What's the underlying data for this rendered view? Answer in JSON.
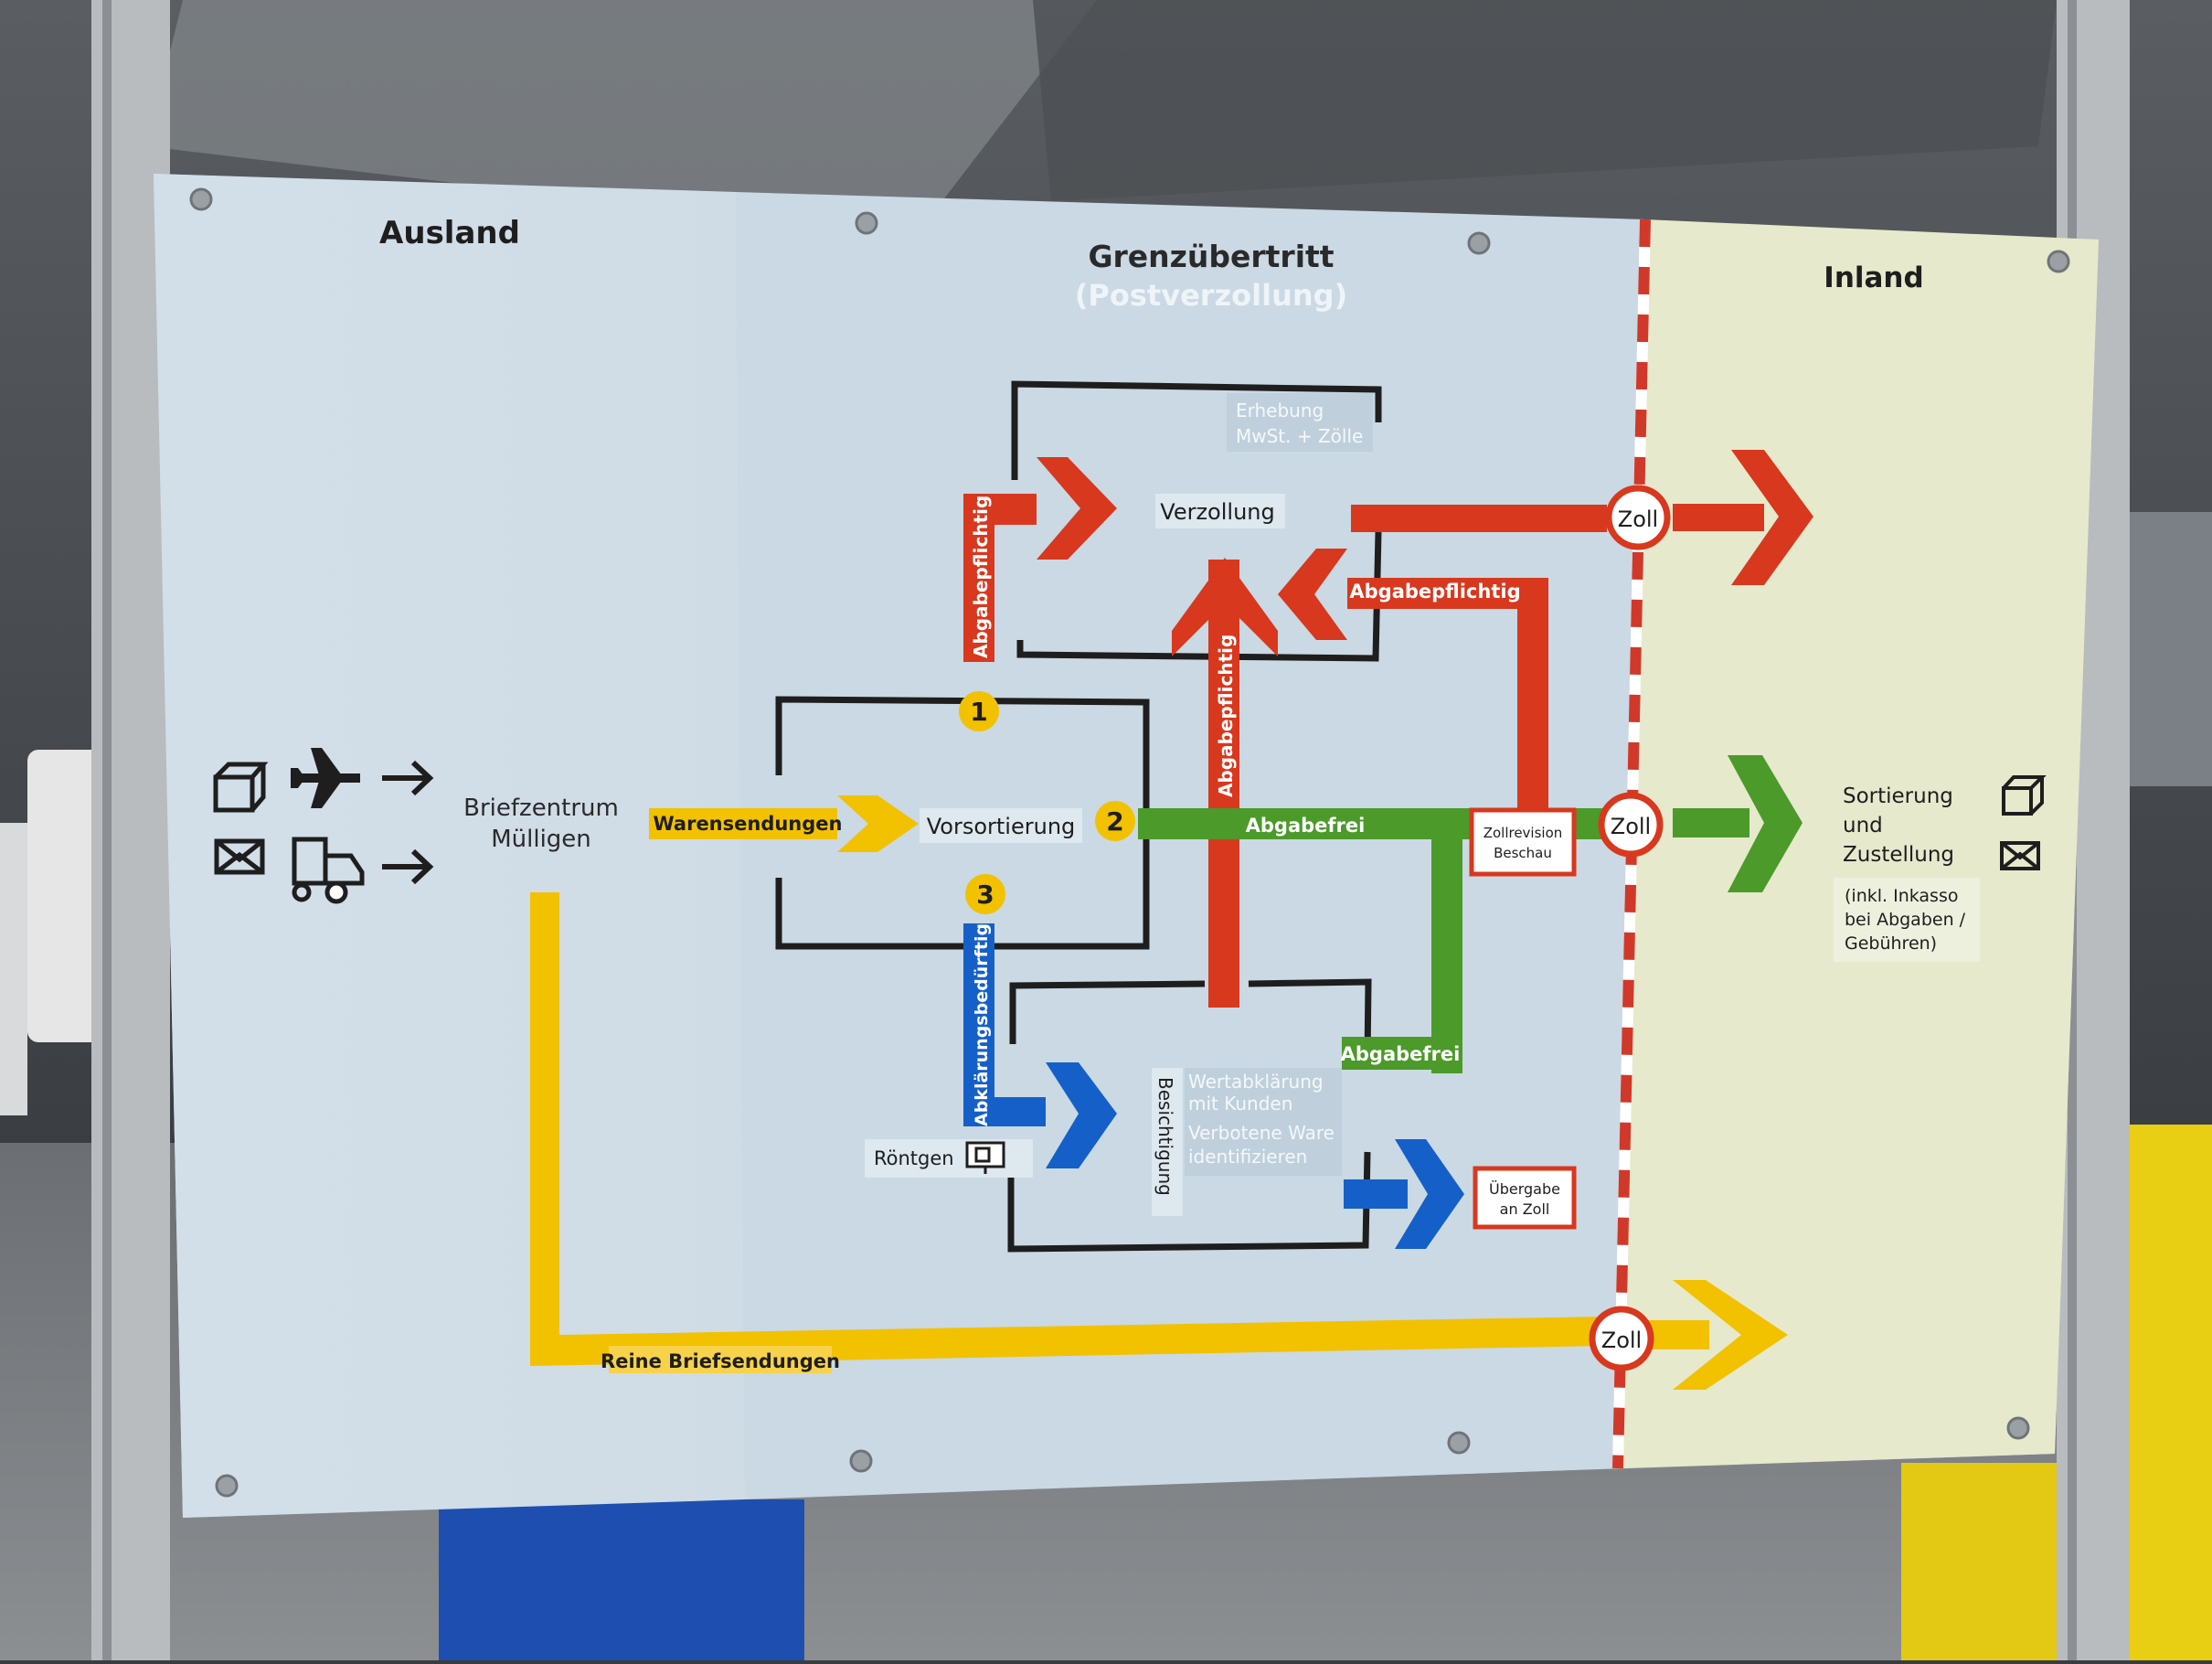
{
  "regions": {
    "ausland": "Ausland",
    "grenz_title": "Grenzübertritt",
    "grenz_subtitle": "(Postverzollung)",
    "inland": "Inland"
  },
  "source": {
    "line1": "Briefzentrum",
    "line2": "Mülligen"
  },
  "flows": {
    "warensendungen": "Warensendungen",
    "reine_briefsendungen": "Reine Briefsendungen",
    "abgabepflichtig": "Abgabepflichtig",
    "abgabefrei": "Abgabefrei",
    "abklaerungsbeduerftig": "Abklärungsbedürftig"
  },
  "stations": {
    "vorsortierung": "Vorsortierung",
    "verzollung": "Verzollung",
    "erhebung_1": "Erhebung",
    "erhebung_2": "MwSt. + Zölle",
    "roentgen": "Röntgen",
    "besichtigung": "Besichtigung",
    "wertabklaerung_1": "Wertabklärung",
    "wertabklaerung_2": "mit Kunden",
    "verbotene_1": "Verbotene Ware",
    "verbotene_2": "identifizieren",
    "zollrevision_1": "Zollrevision",
    "zollrevision_2": "Beschau",
    "uebergabe_1": "Übergabe",
    "uebergabe_2": "an Zoll"
  },
  "steps": [
    "1",
    "2",
    "3"
  ],
  "zoll_label": "Zoll",
  "inland_side": {
    "line1": "Sortierung",
    "line2": "und",
    "line3": "Zustellung",
    "note1": "(inkl. Inkasso",
    "note2": "bei Abgaben /",
    "note3": "Gebühren)"
  },
  "icons": [
    "package-icon",
    "envelope-icon",
    "airplane-icon",
    "truck-icon",
    "arrow-right-icon",
    "xray-monitor-icon"
  ],
  "colors": {
    "red": "#d8381e",
    "green": "#4b9a2a",
    "blue": "#1560c8",
    "yellow": "#f2c100",
    "panel_blue": "#ccdce6",
    "panel_inland": "#e5e8c9",
    "black_frame": "#1e1e1e"
  }
}
